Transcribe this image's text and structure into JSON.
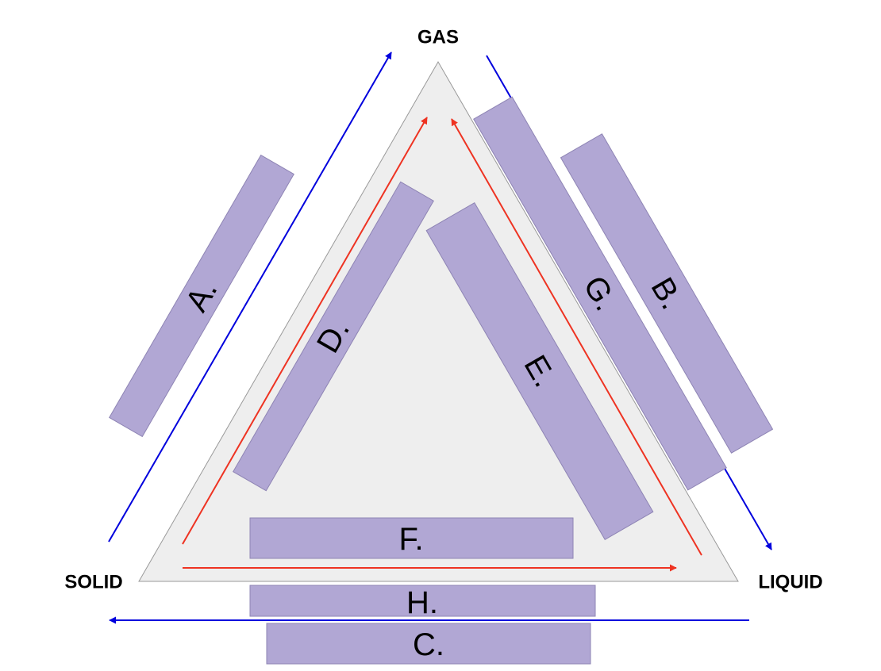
{
  "states": {
    "gas": "GAS",
    "solid": "SOLID",
    "liquid": "LIQUID"
  },
  "boxes": {
    "a": "A.",
    "b": "B.",
    "c": "C.",
    "d": "D.",
    "e": "E.",
    "f": "F.",
    "g": "G.",
    "h": "H."
  },
  "colors": {
    "triangle_fill": "#eeeeee",
    "triangle_stroke": "#999999",
    "box_fill": "#b1a7d4",
    "box_stroke": "#8e84b4",
    "outer_arrow": "#0000dd",
    "inner_arrow": "#ee3322"
  }
}
